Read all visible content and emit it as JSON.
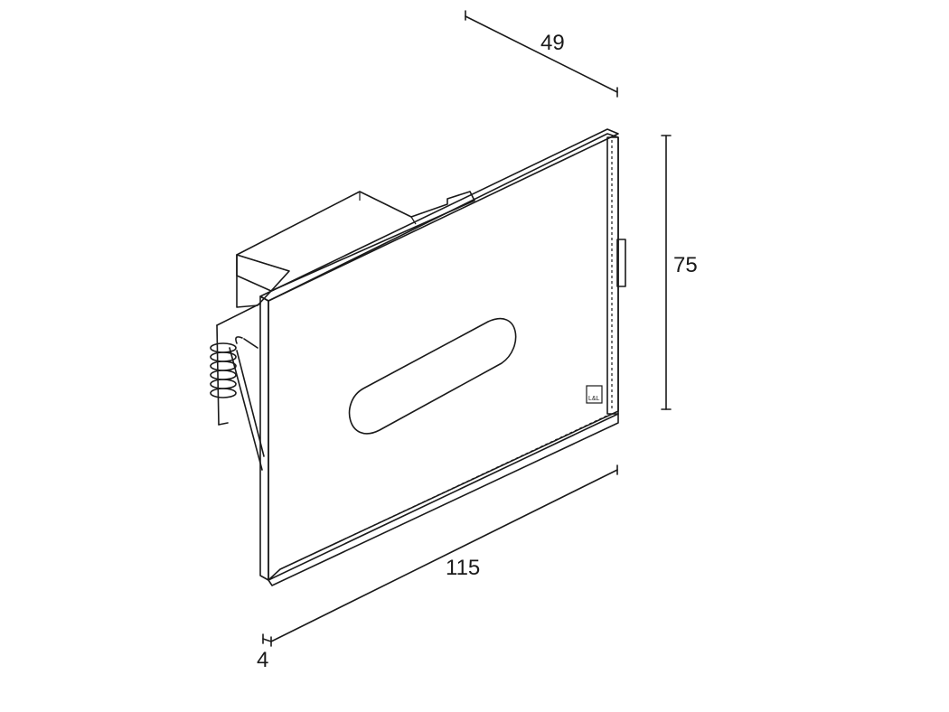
{
  "drawing": {
    "subject": "recessed-wall-light-isometric",
    "colors": {
      "panel_face": "#878585",
      "panel_edge": "#5e5c5c",
      "line": "#1a1a1a",
      "housing": "#ffffff",
      "slot": "#ffffff"
    },
    "dimensions": {
      "depth": "49",
      "height": "75",
      "width": "115",
      "thickness": "4"
    }
  }
}
